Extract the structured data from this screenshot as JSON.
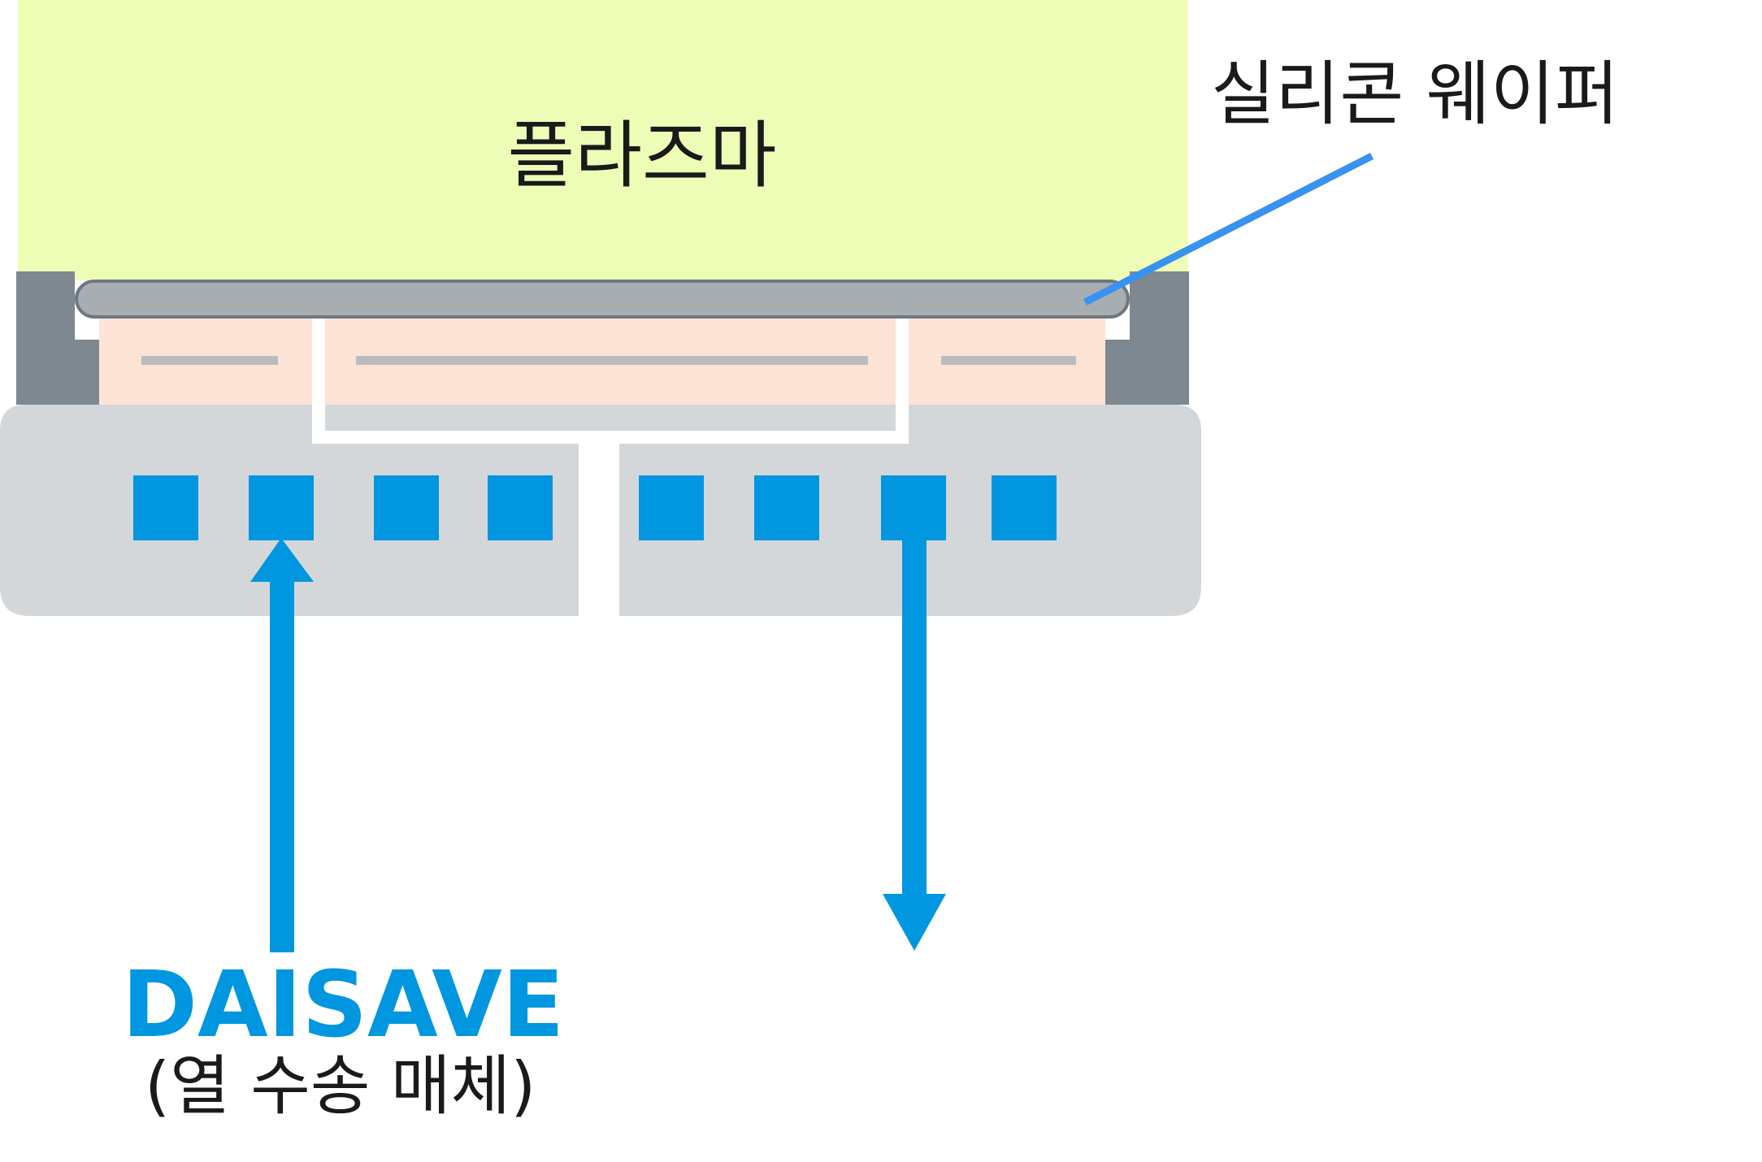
{
  "labels": {
    "plasma": "플라즈마",
    "silicon_wafer": "실리콘 웨이퍼",
    "coolant_name": "DAISAVE",
    "coolant_desc": "(열 수송 매체)"
  },
  "colors": {
    "plasma": "#eefdb6",
    "wafer": "#a8adb2",
    "ring": "#7e8890",
    "heater_pad": "#fce3d5",
    "heater_line": "#b9bcbf",
    "chuck_body": "#d4d7da",
    "channel": "#0096e0",
    "arrow": "#0096e0",
    "leader_line": "#3792f0",
    "brand_text": "#0096e0"
  },
  "icons": {
    "inlet": "arrow-up-icon",
    "outlet": "arrow-down-icon"
  }
}
